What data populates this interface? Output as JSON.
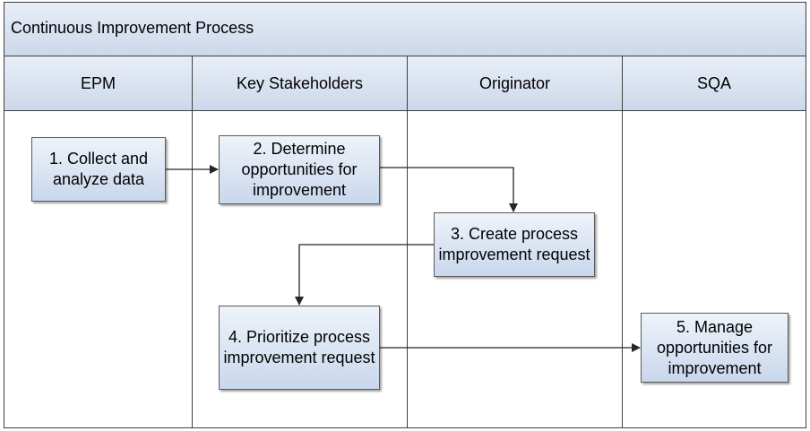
{
  "diagram": {
    "title": "Continuous Improvement Process",
    "lanes": [
      {
        "id": "epm",
        "label": "EPM"
      },
      {
        "id": "stakeholders",
        "label": "Key Stakeholders"
      },
      {
        "id": "originator",
        "label": "Originator"
      },
      {
        "id": "sqa",
        "label": "SQA"
      }
    ],
    "steps": [
      {
        "id": "step1",
        "lane": "EPM",
        "label": "1. Collect and analyze data"
      },
      {
        "id": "step2",
        "lane": "Key Stakeholders",
        "label": "2. Determine opportunities for improvement"
      },
      {
        "id": "step3",
        "lane": "Originator",
        "label": "3. Create process improvement request"
      },
      {
        "id": "step4",
        "lane": "Key Stakeholders",
        "label": "4. Prioritize process improvement request"
      },
      {
        "id": "step5",
        "lane": "SQA",
        "label": "5. Manage opportunities for improvement"
      }
    ],
    "connections": [
      {
        "from": "step1",
        "to": "step2"
      },
      {
        "from": "step2",
        "to": "step3"
      },
      {
        "from": "step3",
        "to": "step4"
      },
      {
        "from": "step4",
        "to": "step5"
      }
    ]
  }
}
